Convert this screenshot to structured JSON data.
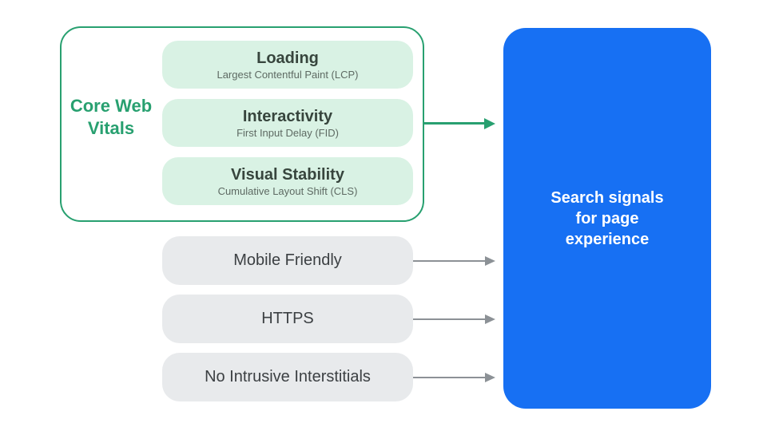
{
  "palette": {
    "green": "#28A070",
    "mint": "#D9F2E4",
    "pill_title_dark": "#37453D",
    "pill_subtitle_gray": "#5E6A63",
    "gray_pill_bg": "#E8EAEC",
    "gray_text": "#3C4043",
    "arrow_gray": "#8C9196",
    "blue": "#1770F3",
    "white": "#FFFFFF"
  },
  "core_web_vitals": {
    "label": "Core Web Vitals",
    "items": [
      {
        "title": "Loading",
        "subtitle": "Largest Contentful Paint (LCP)"
      },
      {
        "title": "Interactivity",
        "subtitle": "First Input Delay (FID)"
      },
      {
        "title": "Visual Stability",
        "subtitle": "Cumulative Layout Shift (CLS)"
      }
    ]
  },
  "other_signals": [
    {
      "label": "Mobile Friendly"
    },
    {
      "label": "HTTPS"
    },
    {
      "label": "No Intrusive Interstitials"
    }
  ],
  "result": {
    "lines": [
      "Search signals",
      "for page",
      "experience"
    ]
  }
}
